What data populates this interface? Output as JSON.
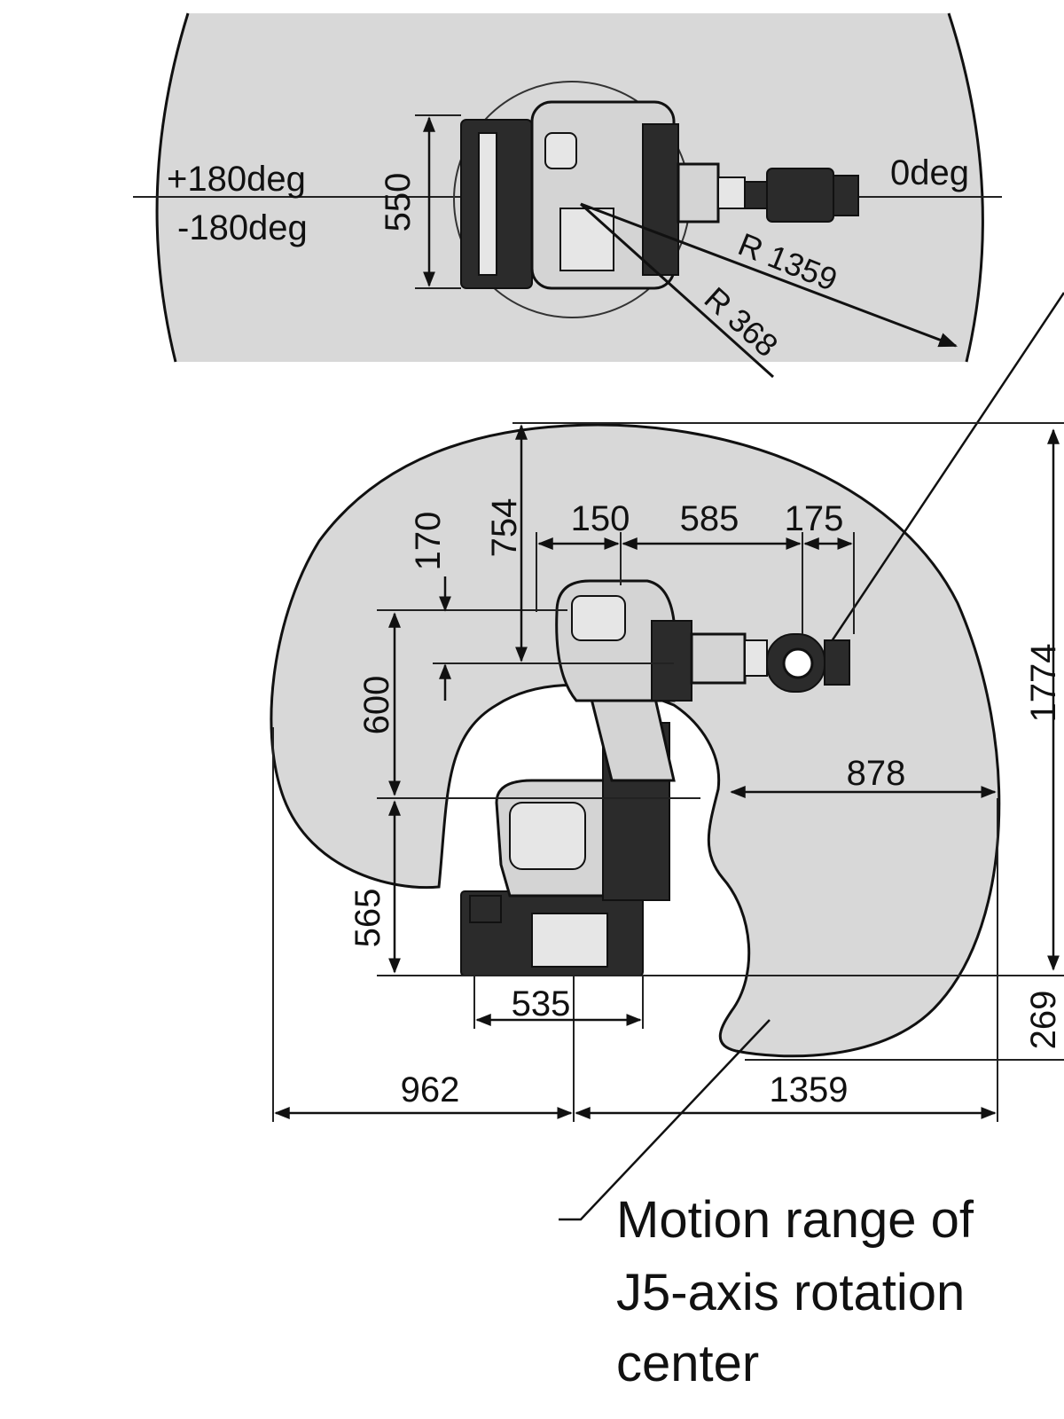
{
  "top_view": {
    "angle_left_top": "+180deg",
    "angle_left_bottom": "-180deg",
    "angle_right": "0deg",
    "dim_width": "550",
    "radius_outer": "R 1359",
    "radius_inner": "R 368"
  },
  "side_view": {
    "dim_754": "754",
    "dim_150": "150",
    "dim_585": "585",
    "dim_175": "175",
    "dim_170": "170",
    "dim_600": "600",
    "dim_878": "878",
    "dim_565": "565",
    "dim_535": "535",
    "dim_962": "962",
    "dim_1359": "1359",
    "dim_1774": "1774",
    "dim_269": "269"
  },
  "note": {
    "line1": "Motion range of",
    "line2": "J5-axis rotation",
    "line3": "center"
  },
  "colors": {
    "range_fill": "#d8d8d8",
    "line": "#111111",
    "background": "#ffffff"
  }
}
